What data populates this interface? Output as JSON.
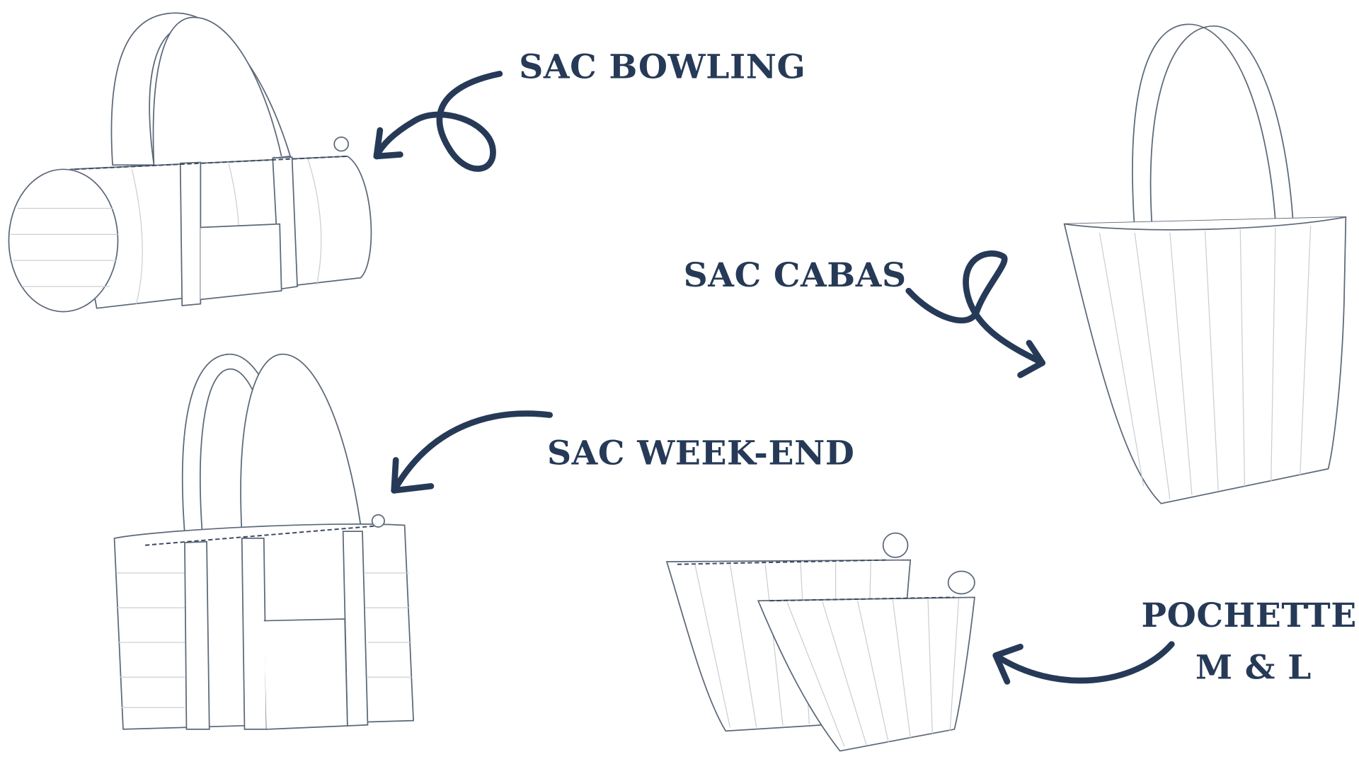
{
  "labels": {
    "bowling": "SAC BOWLING",
    "cabas": "SAC CABAS",
    "weekend": "SAC WEEK-END",
    "pochette_line1": "POCHETTE",
    "pochette_line2": "M & L"
  },
  "colors": {
    "text": "#263a57",
    "outline": "#5c6878",
    "background": "#ffffff"
  }
}
